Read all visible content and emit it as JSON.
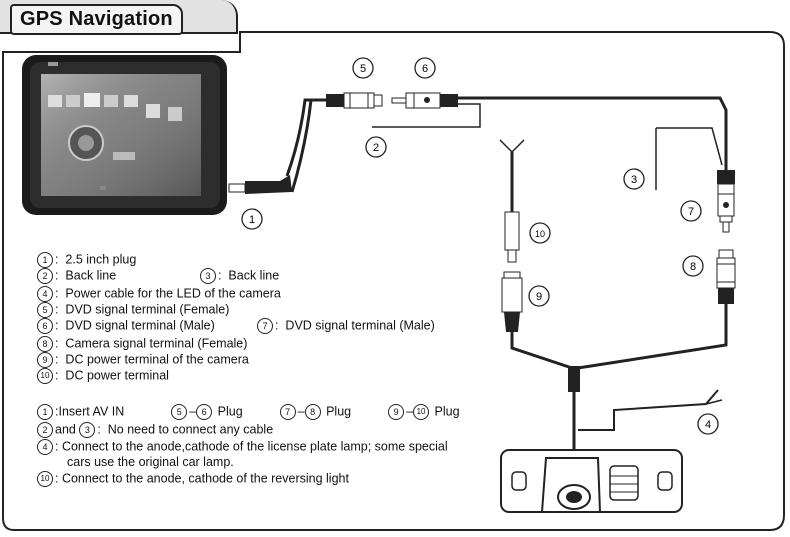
{
  "header": {
    "title": "GPS Navigation"
  },
  "callouts": [
    "1",
    "2",
    "3",
    "4",
    "5",
    "6",
    "7",
    "8",
    "9",
    "10"
  ],
  "legend": [
    {
      "num": "1",
      "text": "2.5 inch plug"
    },
    {
      "num": "2",
      "text": "Back line"
    },
    {
      "num": "3",
      "text": "Back line"
    },
    {
      "num": "4",
      "text": "Power cable for the LED of the camera"
    },
    {
      "num": "5",
      "text": "DVD signal terminal (Female)"
    },
    {
      "num": "6",
      "text": "DVD signal terminal (Male)"
    },
    {
      "num": "7",
      "text": "DVD signal terminal (Male)"
    },
    {
      "num": "8",
      "text": "Camera signal terminal (Female)"
    },
    {
      "num": "9",
      "text": "DC power terminal of the camera"
    },
    {
      "num": "10",
      "text": "DC power terminal"
    }
  ],
  "notes": {
    "insert_av": "Insert AV IN",
    "plug_5_6": "Plug",
    "plug_7_8": "Plug",
    "plug_9_10": "Plug",
    "and_label": "and",
    "no_need": "No need to connect any cable",
    "anode_line1": "Connect to the anode,cathode of the license plate lamp; some special",
    "anode_line2": "cars use the original car lamp.",
    "reversing": "Connect to the anode, cathode of the reversing light"
  }
}
